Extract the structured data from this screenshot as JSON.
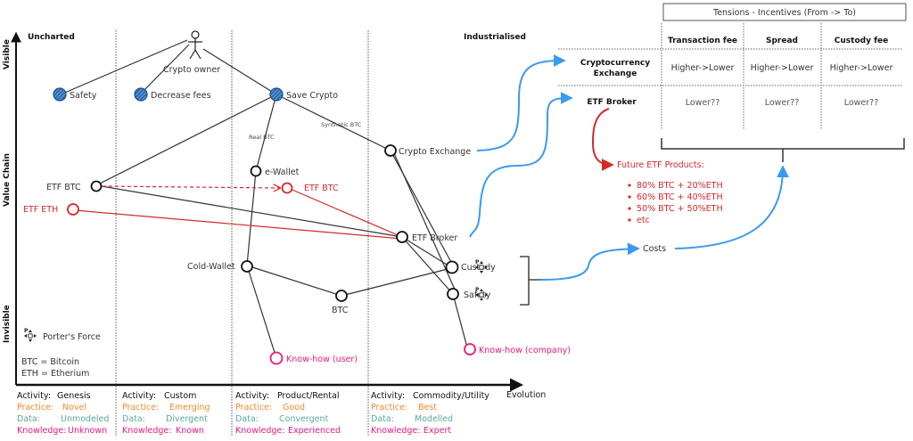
{
  "map": {
    "stage_labels": {
      "left": "Uncharted",
      "right": "Industrialised"
    },
    "y_axis": {
      "top": "Visible",
      "middle": "Value Chain",
      "bottom": "Invisible"
    },
    "x_axis": {
      "label": "Evolution"
    },
    "user": {
      "label": "Crypto owner"
    },
    "needs": [
      {
        "id": "safety",
        "label": "Safety"
      },
      {
        "id": "decrease-fees",
        "label": "Decrease fees"
      },
      {
        "id": "save-crypto",
        "label": "Save Crypto"
      }
    ],
    "components": [
      {
        "id": "crypto-exchange",
        "label": "Crypto Exchange",
        "color": "#222222"
      },
      {
        "id": "e-wallet",
        "label": "e-Wallet",
        "color": "#222222"
      },
      {
        "id": "etf-btc",
        "label": "ETF BTC",
        "color": "#222222"
      },
      {
        "id": "etf-btc-future",
        "label": "ETF BTC",
        "color": "#d42a2a"
      },
      {
        "id": "etf-eth",
        "label": "ETF ETH",
        "color": "#d42a2a"
      },
      {
        "id": "etf-broker",
        "label": "ETF Broker",
        "color": "#222222"
      },
      {
        "id": "cold-wallet",
        "label": "Cold-Wallet",
        "color": "#222222"
      },
      {
        "id": "custody",
        "label": "Custody",
        "color": "#222222"
      },
      {
        "id": "safety-low",
        "label": "Safety",
        "color": "#222222"
      },
      {
        "id": "btc",
        "label": "BTC",
        "color": "#222222"
      },
      {
        "id": "knowhow-user",
        "label": "Know-how (user)",
        "color": "#e6197f"
      },
      {
        "id": "knowhow-company",
        "label": "Know-how (company)",
        "color": "#e6197f"
      }
    ],
    "edge_labels": {
      "real_btc": "Real BTC",
      "synthetic_btc": "Synthetic BTC"
    },
    "porters_force_glyph": "P",
    "legend": {
      "porters_force": "Porter's Force",
      "btc": "BTC = Bitcoin",
      "eth": "ETH = Etherium"
    },
    "phases": [
      {
        "activity_key": "Activity:",
        "activity": "Genesis",
        "practice_key": "Practice:",
        "practice": "Novel",
        "data_key": "Data:",
        "data": "Unmodeled",
        "knowledge_key": "Knowledge:",
        "knowledge": "Unknown"
      },
      {
        "activity_key": "Activity:",
        "activity": "Custom",
        "practice_key": "Practice:",
        "practice": "Emerging",
        "data_key": "Data:",
        "data": "Divergent",
        "knowledge_key": "Knowledge:",
        "knowledge": "Known"
      },
      {
        "activity_key": "Activity:",
        "activity": "Product/Rental",
        "practice_key": "Practice:",
        "practice": "Good",
        "data_key": "Data:",
        "data": "Convergent",
        "knowledge_key": "Knowledge:",
        "knowledge": "Experienced"
      },
      {
        "activity_key": "Activity:",
        "activity": "Commodity/Utility",
        "practice_key": "Practice:",
        "practice": "Best",
        "data_key": "Data:",
        "data": "Modelled",
        "knowledge_key": "Knowledge:",
        "knowledge": "Expert"
      }
    ],
    "colors": {
      "need_fill": "#2d6db5",
      "accent_blue": "#3a9af0",
      "red": "#d42a2a",
      "pink": "#e6197f",
      "orange": "#f08a2c",
      "teal": "#5aa89a"
    }
  },
  "tensions": {
    "title": "Tensions - Incentives (From -> To)",
    "columns": [
      "Transaction fee",
      "Spread",
      "Custody fee"
    ],
    "rows": [
      {
        "label_line1": "Cryptocurrency",
        "label_line2": "Exchange",
        "values": [
          "Higher->Lower",
          "Higher->Lower",
          "Higher->Lower"
        ]
      },
      {
        "label_line1": "ETF Broker",
        "label_line2": "",
        "values": [
          "Lower??",
          "Lower??",
          "Lower??"
        ]
      }
    ]
  },
  "future_products": {
    "title": "Future ETF Products:",
    "items": [
      "80% BTC + 20%ETH",
      "60% BTC + 40%ETH",
      "50% BTC + 50%ETH",
      "etc"
    ]
  },
  "costs": {
    "label": "Costs"
  }
}
